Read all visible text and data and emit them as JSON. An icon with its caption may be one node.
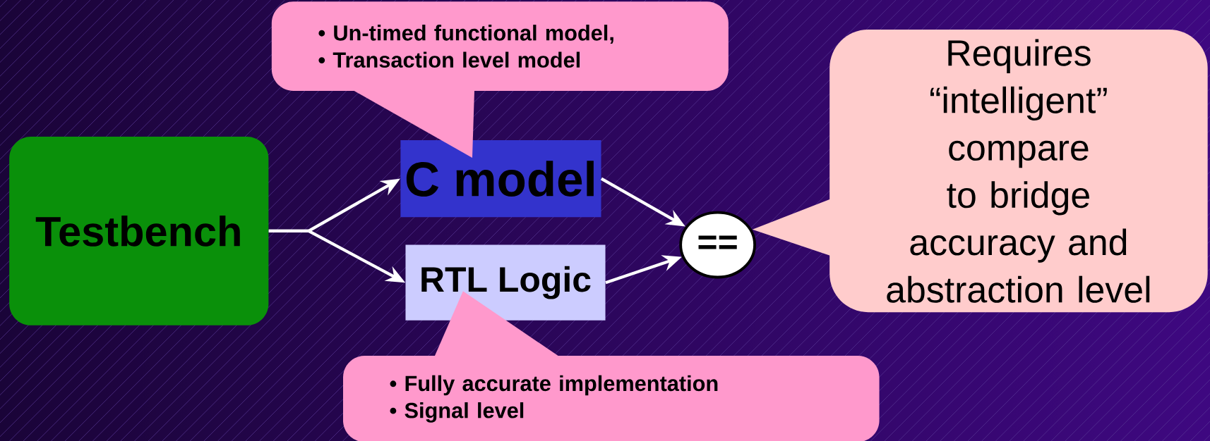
{
  "diagram": {
    "nodes": [
      {
        "text": [
          "Testbench"
        ]
      },
      {
        "text": [
          "C model"
        ]
      },
      {
        "text": [
          "RTL Logic"
        ]
      },
      {
        "text": [
          "=="
        ]
      },
      {
        "text": [
          "• Un-timed functional model,",
          "• Transaction level model"
        ]
      },
      {
        "text": [
          "• Fully accurate implementation",
          "• Signal level"
        ]
      },
      {
        "text": [
          "Requires “intelligent” compare to bridge accuracy and abstraction level"
        ]
      }
    ],
    "edges": [
      {
        "from": 0,
        "to": 1,
        "arrow": "to"
      },
      {
        "from": 0,
        "to": 2,
        "arrow": "to"
      },
      {
        "from": 1,
        "to": 3,
        "arrow": "to"
      },
      {
        "from": 2,
        "to": 3,
        "arrow": "to"
      }
    ]
  }
}
